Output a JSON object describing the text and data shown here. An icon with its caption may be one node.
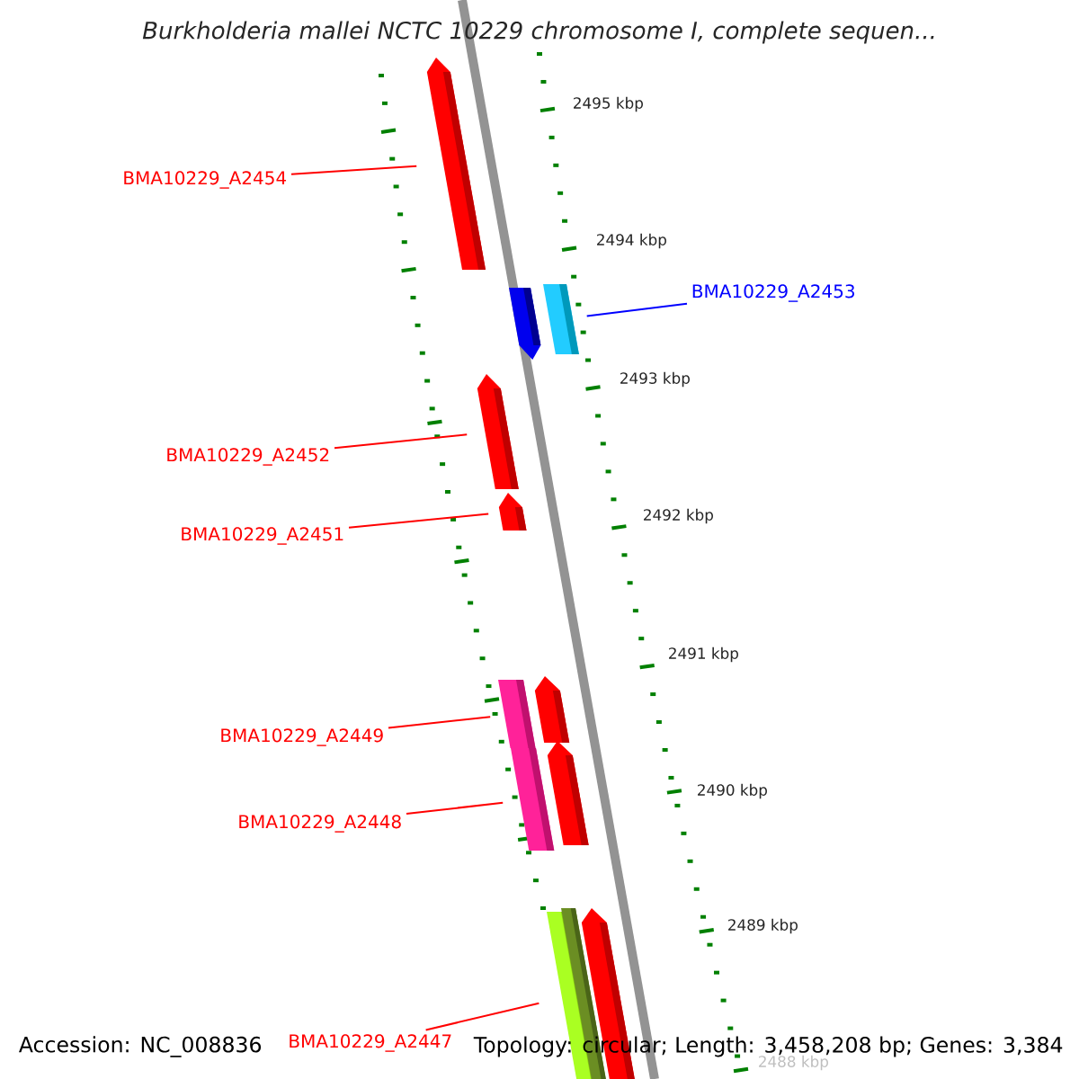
{
  "diagram": {
    "title": "Burkholderia mallei NCTC 10229 chromosome I, complete sequen...",
    "nodes": [
      {
        "text": [
          "BMA10229_A2454"
        ]
      },
      {
        "text": [],
        "shape": "bar"
      },
      {
        "text": [
          "BMA10229_A2453"
        ]
      },
      {
        "text": [],
        "shape": "bar"
      },
      {
        "text": [],
        "shape": "bar"
      },
      {
        "text": [
          "BMA10229_A2452"
        ]
      },
      {
        "text": [],
        "shape": "bar"
      },
      {
        "text": [
          "BMA10229_A2451"
        ]
      },
      {
        "text": [],
        "shape": "bar"
      },
      {
        "text": [
          "BMA10229_A2449"
        ]
      },
      {
        "text": [],
        "shape": "bar"
      },
      {
        "text": [],
        "shape": "bar"
      },
      {
        "text": [
          "BMA10229_A2448"
        ]
      },
      {
        "text": [],
        "shape": "bar"
      },
      {
        "text": [],
        "shape": "bar"
      },
      {
        "text": [
          "BMA10229_A2447"
        ]
      },
      {
        "text": [],
        "shape": "bar"
      },
      {
        "text": [],
        "shape": "bar"
      },
      {
        "text": [],
        "shape": "bar"
      }
    ],
    "edges": [
      {
        "from": 0,
        "to": 1,
        "arrow": "none"
      },
      {
        "from": 2,
        "to": 4,
        "arrow": "none",
        "color": "#0000ff"
      },
      {
        "from": 5,
        "to": 6,
        "arrow": "none"
      },
      {
        "from": 7,
        "to": 8,
        "arrow": "none"
      },
      {
        "from": 9,
        "to": 10,
        "arrow": "none"
      },
      {
        "from": 12,
        "to": 13,
        "arrow": "none"
      },
      {
        "from": 15,
        "to": 16,
        "arrow": "none"
      }
    ],
    "labels": [
      "2495 kbp",
      "2494 kbp",
      "2493 kbp",
      "2492 kbp",
      "2491 kbp",
      "2490 kbp",
      "2489 kbp",
      "2488 kbp",
      "Accession: NC_008836",
      "Topology: circular; Length: 3,458,208 bp; Genes: 3,384"
    ]
  }
}
